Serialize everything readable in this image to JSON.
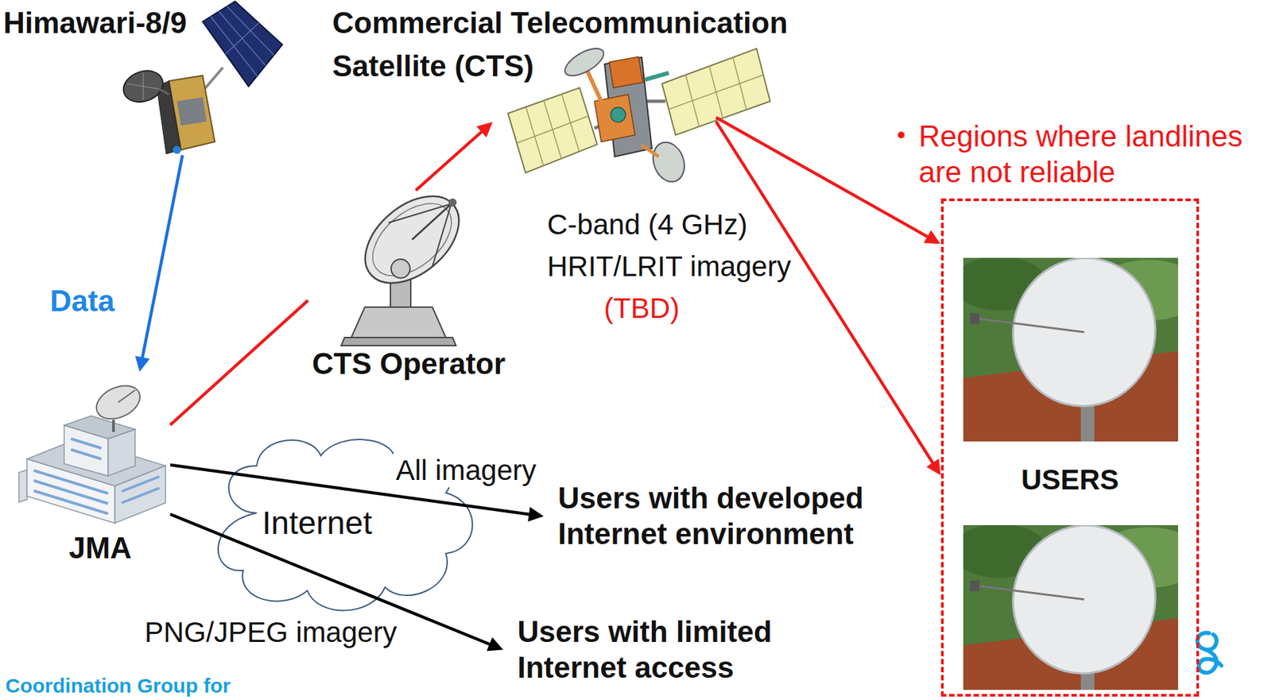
{
  "diagram": {
    "nodes": [
      {
        "text": [
          "Himawari-8/9"
        ]
      },
      {
        "text": [
          "Commercial Telecommunication Satellite (CTS)"
        ]
      },
      {
        "text": [
          "Regions where landlines are not reliable",
          "USERS"
        ]
      },
      {
        "text": [
          "CTS Operator"
        ]
      },
      {
        "text": [
          "JMA"
        ]
      },
      {
        "text": [
          "Internet"
        ]
      },
      {
        "text": [
          "Users with developed Internet environment"
        ]
      },
      {
        "text": [
          "Users with limited Internet access"
        ]
      }
    ],
    "edges": [
      {
        "from": 0,
        "to": 4,
        "label": "Data",
        "arrow": "to"
      },
      {
        "from": 4,
        "to": 3,
        "arrow": "none"
      },
      {
        "from": 3,
        "to": 1,
        "arrow": "to"
      },
      {
        "from": 1,
        "to": 2,
        "arrow": "to"
      },
      {
        "from": 1,
        "to": 2,
        "arrow": "to"
      },
      {
        "from": 4,
        "to": 6,
        "label": "All imagery",
        "arrow": "to"
      },
      {
        "from": 4,
        "to": 7,
        "label": "PNG/JPEG imagery",
        "arrow": "to"
      }
    ],
    "labels": [
      "C-band (4 GHz)",
      "HRIT/LRIT imagery",
      "(TBD)",
      "Coordination Group for"
    ]
  }
}
